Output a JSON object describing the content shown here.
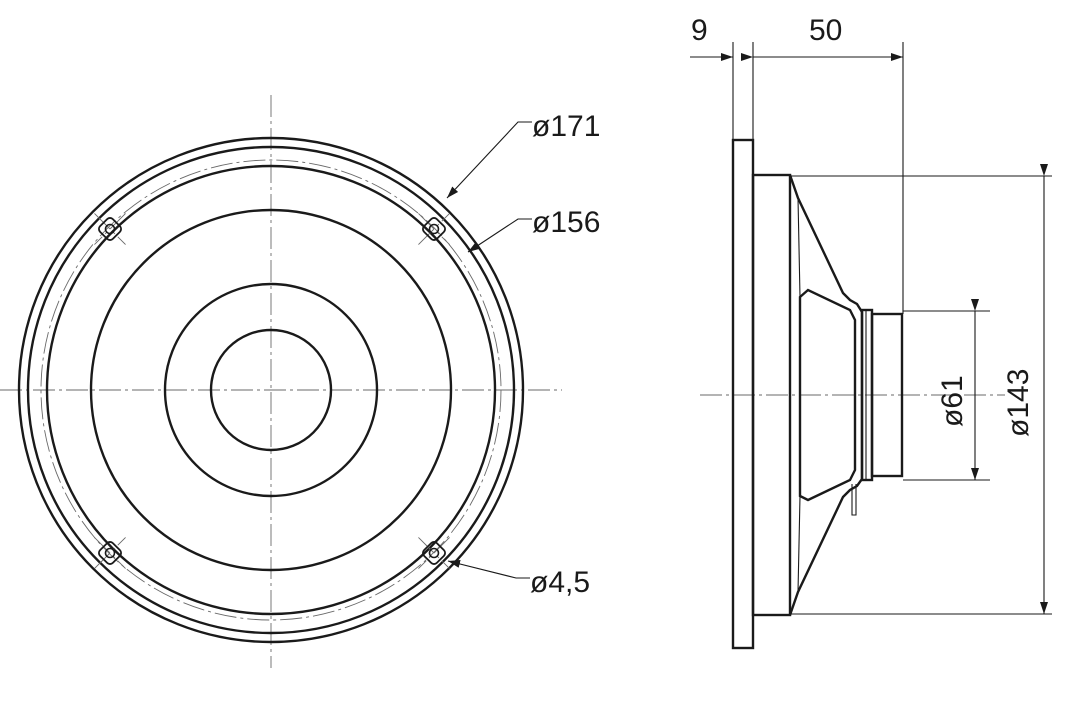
{
  "drawing": {
    "front_view": {
      "outer_diameter_label": "ø171",
      "mount_diameter_label": "ø156",
      "hole_diameter_label": "ø4,5"
    },
    "side_view": {
      "flange_thickness_label": "9",
      "mount_depth_label": "50",
      "magnet_diameter_label": "ø61",
      "cutout_diameter_label": "ø143"
    },
    "colors": {
      "line": "#1a1a1a",
      "centerline": "#6a6a6a",
      "background": "#ffffff"
    }
  }
}
